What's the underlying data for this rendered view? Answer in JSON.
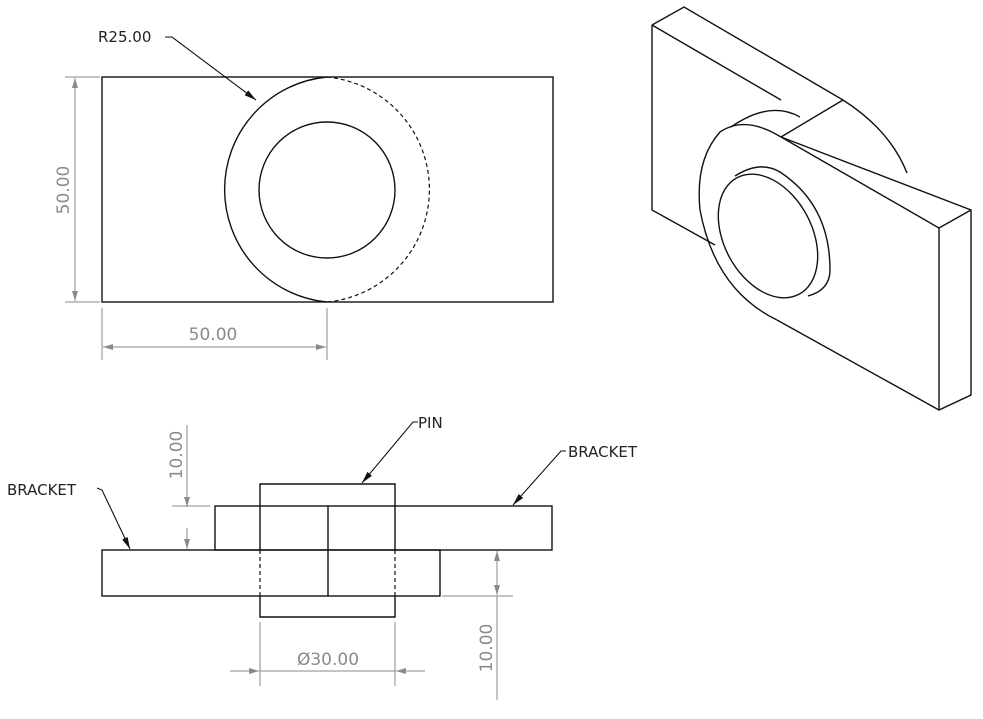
{
  "top_view": {
    "radius_label": "R25.00",
    "height_dim": "50.00",
    "width_dim": "50.00"
  },
  "side_view": {
    "pin_label": "PIN",
    "bracket_left_label": "BRACKET",
    "bracket_right_label": "BRACKET",
    "left_thickness_dim": "10.00",
    "right_thickness_dim": "10.00",
    "diameter_dim": "Ø30.00"
  },
  "colors": {
    "line": "#111111",
    "dimension": "#8a8a8a"
  }
}
